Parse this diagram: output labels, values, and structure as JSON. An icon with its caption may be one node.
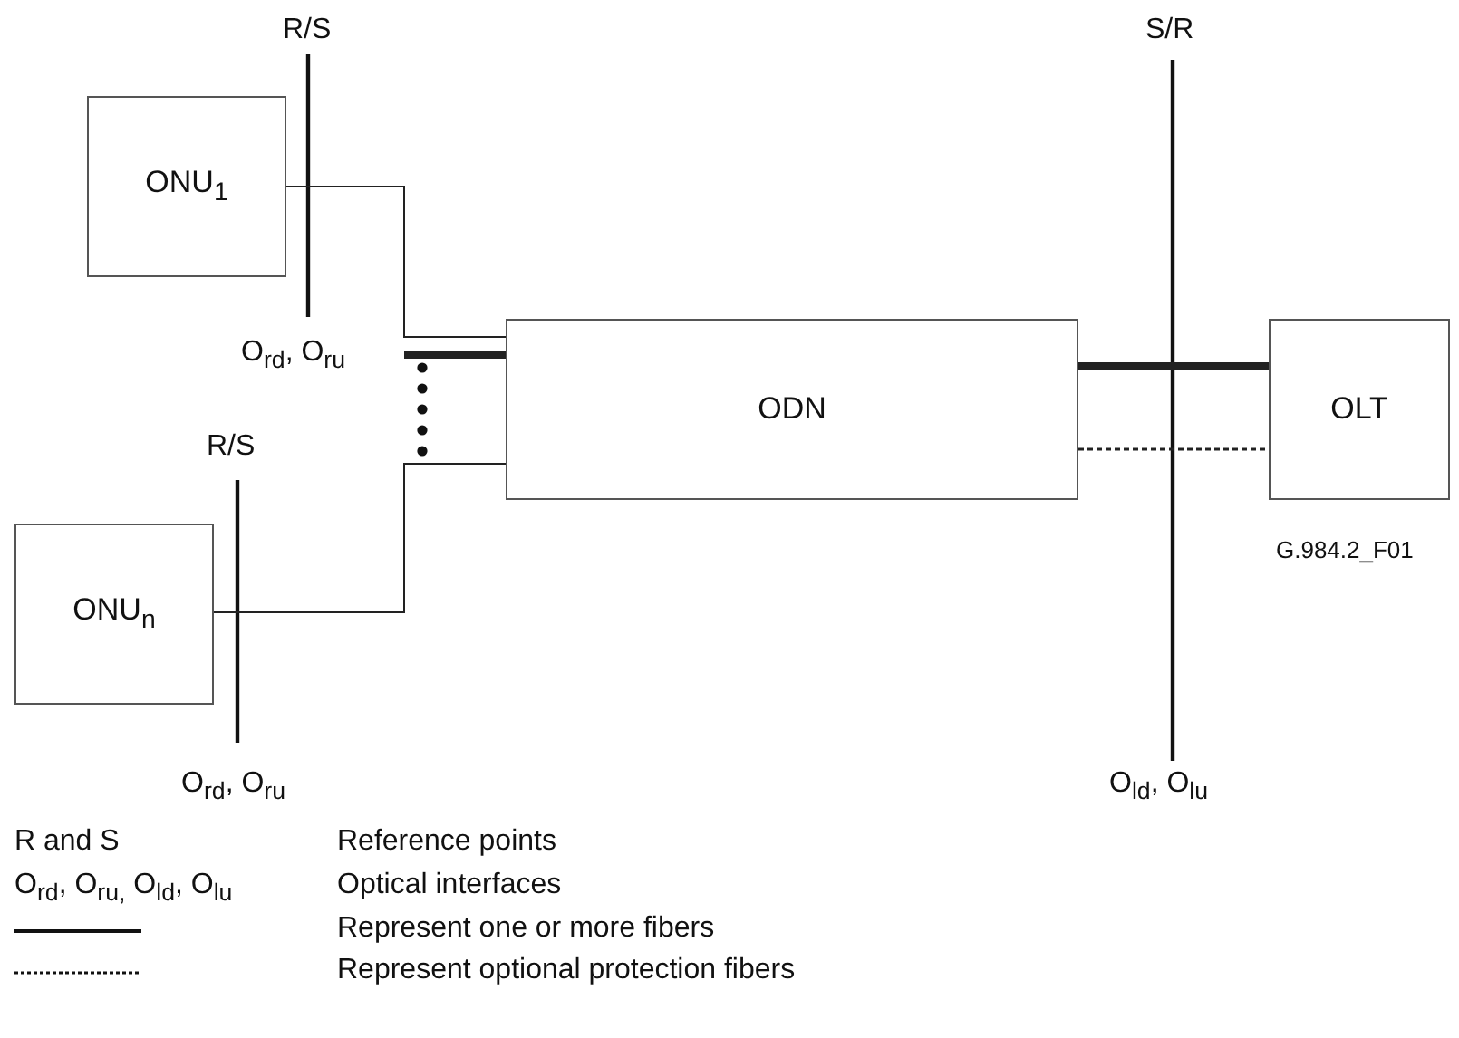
{
  "diagram": {
    "nodes": [
      {
        "text": [
          "ONU$_{1}$"
        ]
      },
      {
        "text": [
          "ODN"
        ]
      },
      {
        "text": [
          "OLT"
        ]
      },
      {
        "text": [
          "ONU$_{n}$"
        ]
      }
    ],
    "edges": [
      {
        "from": 0,
        "to": 1,
        "arrow": "none"
      },
      {
        "from": null,
        "to": 1,
        "arrow": "none",
        "style": "thick"
      },
      {
        "from": 3,
        "to": 1,
        "arrow": "none"
      },
      {
        "from": 1,
        "to": 2,
        "arrow": "none",
        "style": "thick"
      },
      {
        "from": 1,
        "to": 2,
        "arrow": "none",
        "style": "dashed"
      }
    ],
    "labels": [
      "R/S",
      "S/R",
      "O$_{rd}$, O$_{ru}$",
      "R/S",
      "G.984.2_F01",
      "O$_{rd}$, O$_{ru}$",
      "O$_{ld}$, O$_{lu}$",
      "R and S",
      "Reference points",
      "O$_{rd}$, O$_{ru,}$ O$_{ld}$, O$_{lu}$",
      "Optical interfaces"
    ],
    "legend": [
      {
        "text": "Represent one or more fibers"
      },
      {
        "text": "Represent optional protection fibers"
      }
    ]
  }
}
